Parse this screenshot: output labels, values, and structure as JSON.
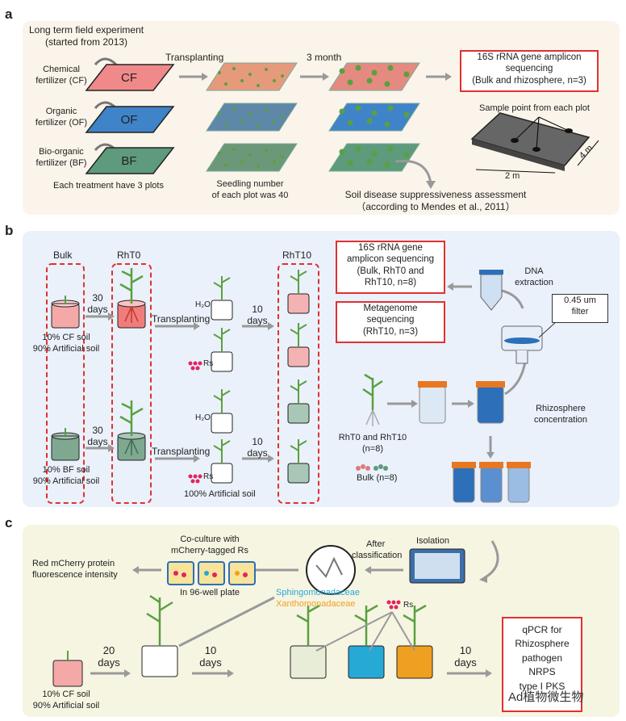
{
  "panels": {
    "a": {
      "letter": "a",
      "title1": "Long term field experiment",
      "title2": "(started from 2013)",
      "treat_cf_1": "Chemical",
      "treat_cf_2": "fertilizer (CF)",
      "treat_of_1": "Organic",
      "treat_of_2": "fertilizer (OF)",
      "treat_bf_1": "Bio-organic",
      "treat_bf_2": "fertilizer (BF)",
      "plot_cf": "CF",
      "plot_of": "OF",
      "plot_bf": "BF",
      "each_treatment": "Each treatment have 3 plots",
      "transplanting": "Transplanting",
      "three_month": "3 month",
      "seedling1": "Seedling number",
      "seedling2": "of each plot was 40",
      "seq1": "16S rRNA gene amplicon",
      "seq2": "sequencing",
      "seq3": "(Bulk and rhizosphere, n=3)",
      "sample_point": "Sample point from each plot",
      "dim_4m": "4 m",
      "dim_2m": "2 m",
      "disease1": "Soil disease suppressiveness assessment",
      "disease2": "（according to Mendes et al., 2011）"
    },
    "b": {
      "letter": "b",
      "bulk": "Bulk",
      "rht0": "RhT0",
      "rht10": "RhT10",
      "days30_a1": "30",
      "days30_a2": "days",
      "days30_b1": "30",
      "days30_b2": "days",
      "days10_a1": "10",
      "days10_a2": "days",
      "days10_b1": "10",
      "days10_b2": "days",
      "transplant_a": "Transplanting",
      "transplant_b": "Transplanting",
      "h2o_a": "H₂O",
      "h2o_b": "H₂O",
      "rs_a": "Rs",
      "rs_b": "Rs",
      "cf_soil1": "10% CF soil",
      "cf_soil2": "90% Artificial soil",
      "bf_soil1": "10% BF soil",
      "bf_soil2": "90% Artificial soil",
      "artificial": "100% Artificial soil",
      "seq16s_1": "16S rRNA gene",
      "seq16s_2": "amplicon sequencing",
      "seq16s_3": "(Bulk, RhT0 and",
      "seq16s_4": "RhT10, n=8)",
      "meta1": "Metagenome",
      "meta2": "sequencing",
      "meta3": "(RhT10, n=3)",
      "dna1": "DNA",
      "dna2": "extraction",
      "filter1": "0.45 um",
      "filter2": "filter",
      "rhizo1": "Rhizosphere",
      "rhizo2": "concentration",
      "rht0_rht10_1": "RhT0 and RhT10",
      "rht0_rht10_2": "(n=8)",
      "bulk_n": "Bulk (n=8)"
    },
    "c": {
      "letter": "c",
      "coculture1": "Co-culture with",
      "coculture2": "mCherry-tagged Rs",
      "red_mcherry1": "Red mCherry protein",
      "red_mcherry2": "fluorescence intensity",
      "plate96": "In 96-well plate",
      "after_class1": "After",
      "after_class2": "classification",
      "isolation": "Isolation",
      "sphingo": "Sphingomonadaceae",
      "xantho": "Xanthomonadaceae",
      "rs": "Rs",
      "days20_1": "20",
      "days20_2": "days",
      "days10a_1": "10",
      "days10a_2": "days",
      "days10b_1": "10",
      "days10b_2": "days",
      "cf_soil1": "10% CF soil",
      "cf_soil2": "90% Artificial soil",
      "qpcr1": "qPCR for",
      "qpcr2": "Rhizosphere",
      "qpcr3": "pathogen",
      "qpcr4": "NRPS",
      "qpcr5": "type I PKS"
    }
  },
  "watermark": "Ad植物微生物",
  "colors": {
    "panel_a_bg": "#fbf4ea",
    "panel_b_bg": "#eaf1fb",
    "panel_c_bg": "#f6f5e2",
    "cf": "#f08a8a",
    "of": "#3f83c8",
    "bf": "#5e9a7c",
    "red_box": "#e03131",
    "sphingo": "#27a9d6",
    "xantho": "#f0a020"
  }
}
